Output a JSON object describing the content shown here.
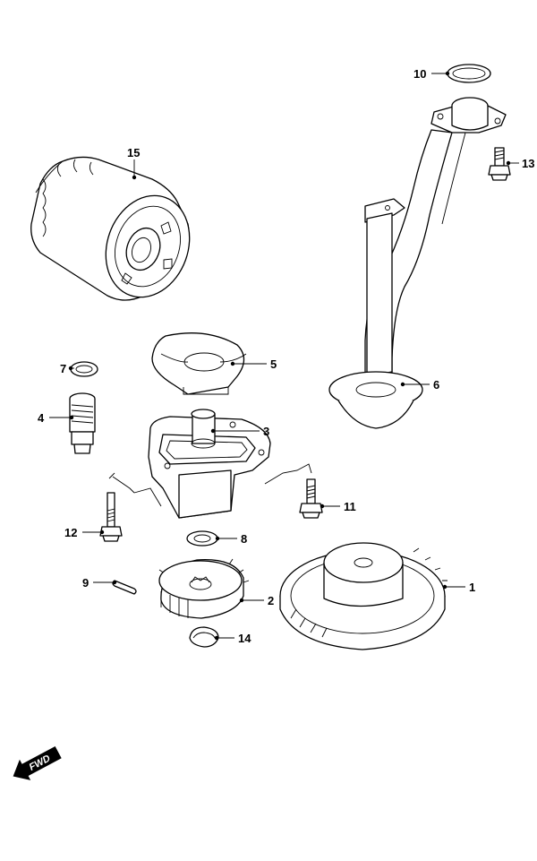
{
  "callouts": [
    {
      "id": "1",
      "label": "1"
    },
    {
      "id": "2",
      "label": "2"
    },
    {
      "id": "3",
      "label": "3"
    },
    {
      "id": "4",
      "label": "4"
    },
    {
      "id": "5",
      "label": "5"
    },
    {
      "id": "6",
      "label": "6"
    },
    {
      "id": "7",
      "label": "7"
    },
    {
      "id": "8",
      "label": "8"
    },
    {
      "id": "9",
      "label": "9"
    },
    {
      "id": "10",
      "label": "10"
    },
    {
      "id": "11",
      "label": "11"
    },
    {
      "id": "12",
      "label": "12"
    },
    {
      "id": "13",
      "label": "13"
    },
    {
      "id": "14",
      "label": "14"
    },
    {
      "id": "15",
      "label": "15"
    }
  ],
  "fwd_badge": {
    "label": "FWD"
  }
}
